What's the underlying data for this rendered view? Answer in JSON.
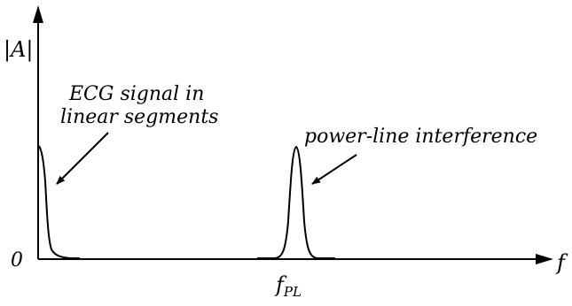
{
  "labels": {
    "y_axis": "|A|",
    "x_axis": "f",
    "origin": "0",
    "ecg_line1": "ECG signal in",
    "ecg_line2": "linear segments",
    "powerline": "power-line interference",
    "fpl_main": "f",
    "fpl_sub": "PL"
  },
  "colors": {
    "ink": "#000000",
    "background": "#ffffff"
  }
}
